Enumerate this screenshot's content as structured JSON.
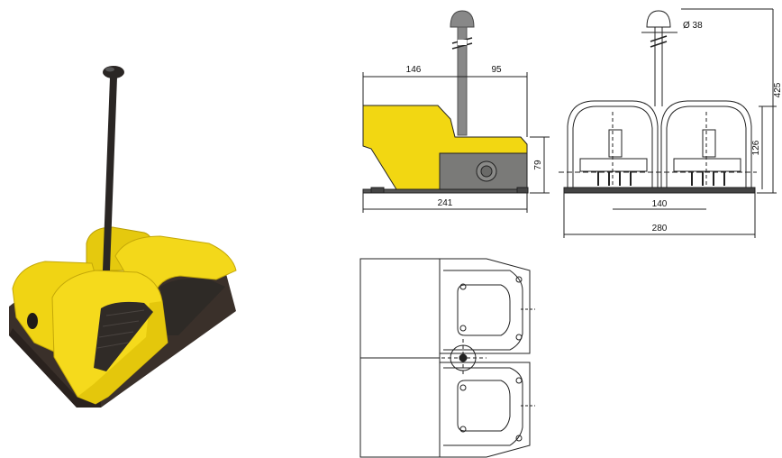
{
  "colors": {
    "housing_yellow": "#f2d712",
    "housing_grey": "#7a7a78",
    "lever_dark": "#2a2624",
    "base_dark": "#3a302a",
    "line": "#222222"
  },
  "photo": {
    "subject": "double-foot-pedal-switch-with-lever"
  },
  "side_view": {
    "dim_left": "146",
    "dim_right": "95",
    "dim_height": "79",
    "dim_length": "241"
  },
  "front_view": {
    "dim_diameter": "Ø 38",
    "dim_total_height": "425",
    "dim_body_height": "126",
    "dim_spacing": "140",
    "dim_width": "280"
  }
}
